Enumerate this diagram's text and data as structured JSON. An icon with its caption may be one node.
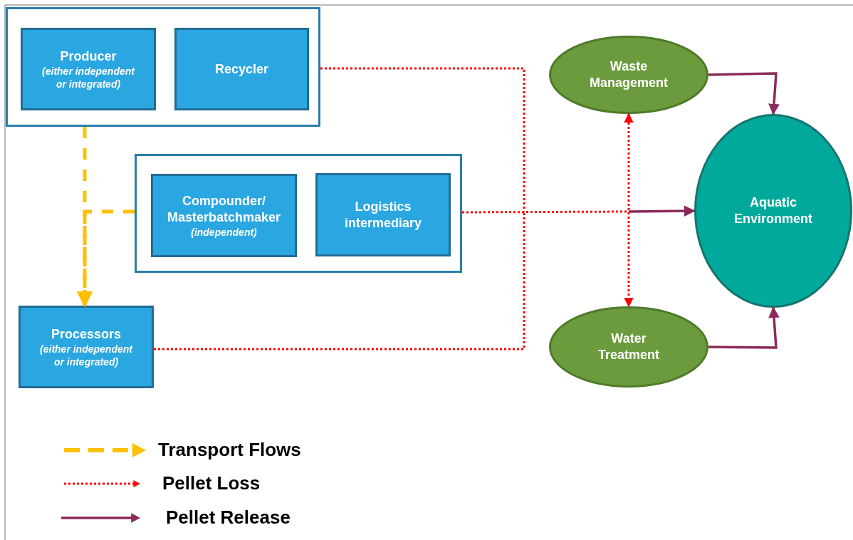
{
  "diagram": {
    "nodes": [
      {
        "text": [],
        "shape": "box"
      },
      {
        "text": [
          "Producer",
          "(either independent or integrated)"
        ],
        "in": 0
      },
      {
        "text": [
          "Recycler"
        ],
        "in": 0
      },
      {
        "text": [],
        "shape": "box"
      },
      {
        "text": [
          "Compounder/ Masterbatchmaker",
          "(independent)"
        ],
        "in": 3
      },
      {
        "text": [
          "Logistics intermediary"
        ],
        "in": 3
      },
      {
        "text": [
          "Processors",
          "(either independent or integrated)"
        ]
      },
      {
        "text": [
          "Waste Management"
        ]
      },
      {
        "text": [
          "Aquatic Environment"
        ]
      },
      {
        "text": [
          "Water Treatment"
        ]
      }
    ],
    "edges": [
      {
        "from": 0,
        "to": 6,
        "arrow": "to",
        "style": "dashed",
        "color": "#ffc000"
      },
      {
        "from": 3,
        "to": 6,
        "arrow": "to",
        "style": "dashed",
        "color": "#ffc000"
      },
      {
        "from": 0,
        "to": null,
        "arrow": "none",
        "style": "dashed",
        "color": "#ff0000"
      },
      {
        "from": 3,
        "to": null,
        "arrow": "none",
        "style": "dashed",
        "color": "#ff0000"
      },
      {
        "from": 6,
        "to": null,
        "arrow": "none",
        "style": "dashed",
        "color": "#ff0000"
      },
      {
        "from": 7,
        "to": 9,
        "arrow": "both",
        "style": "dashed",
        "color": "#ff0000"
      },
      {
        "from": null,
        "to": 8,
        "arrow": "to",
        "color": "#8b2a5a"
      },
      {
        "from": 7,
        "to": 8,
        "arrow": "to",
        "color": "#8b2a5a"
      },
      {
        "from": 9,
        "to": 8,
        "arrow": "to",
        "color": "#8b2a5a"
      }
    ],
    "legend": [
      {
        "text": "Transport Flows"
      },
      {
        "text": "Pellet Loss"
      },
      {
        "text": "Pellet Release"
      }
    ]
  }
}
